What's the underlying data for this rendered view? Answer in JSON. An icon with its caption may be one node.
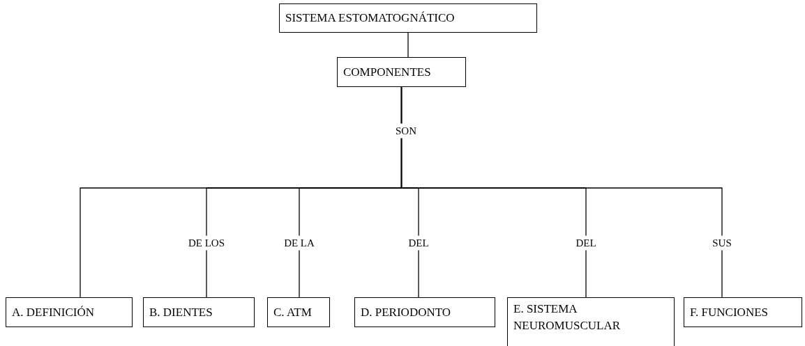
{
  "diagram": {
    "nodes": [
      {
        "text": [
          "SISTEMA ESTOMATOGNÁTICO"
        ]
      },
      {
        "text": [
          "COMPONENTES"
        ]
      },
      {
        "text": [
          "A. DEFINICIÓN"
        ]
      },
      {
        "text": [
          "B. DIENTES"
        ]
      },
      {
        "text": [
          "C. ATM"
        ]
      },
      {
        "text": [
          "D. PERIODONTO"
        ]
      },
      {
        "text": [
          "E. SISTEMA NEUROMUSCULAR"
        ]
      },
      {
        "text": [
          "F. FUNCIONES"
        ]
      }
    ],
    "edges": [
      {
        "from": 0,
        "to": 1,
        "arrow": "none"
      },
      {
        "from": 1,
        "to": 2,
        "arrow": "none"
      },
      {
        "from": 1,
        "to": 3,
        "arrow": "none",
        "label": "DE LOS"
      },
      {
        "from": 1,
        "to": 4,
        "arrow": "none",
        "label": "DE LA"
      },
      {
        "from": 1,
        "to": 5,
        "arrow": "none",
        "label": "DEL"
      },
      {
        "from": 1,
        "to": 6,
        "arrow": "none",
        "label": "DEL"
      },
      {
        "from": 1,
        "to": 7,
        "arrow": "none",
        "label": "SUS"
      }
    ],
    "labels": [
      "SON"
    ]
  }
}
